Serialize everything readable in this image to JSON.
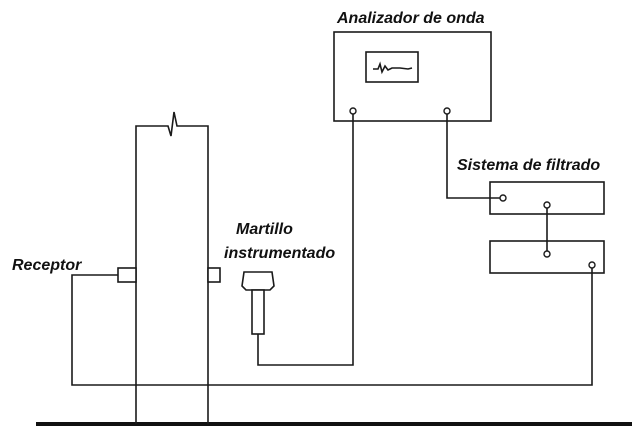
{
  "labels": {
    "wave_analyzer": "Analizador de onda",
    "filter_system": "Sistema de filtrado",
    "hammer_line1": "Martillo",
    "hammer_line2": "instrumentado",
    "receiver": "Receptor"
  },
  "colors": {
    "ink": "#1a1a1a",
    "background": "#ffffff"
  }
}
